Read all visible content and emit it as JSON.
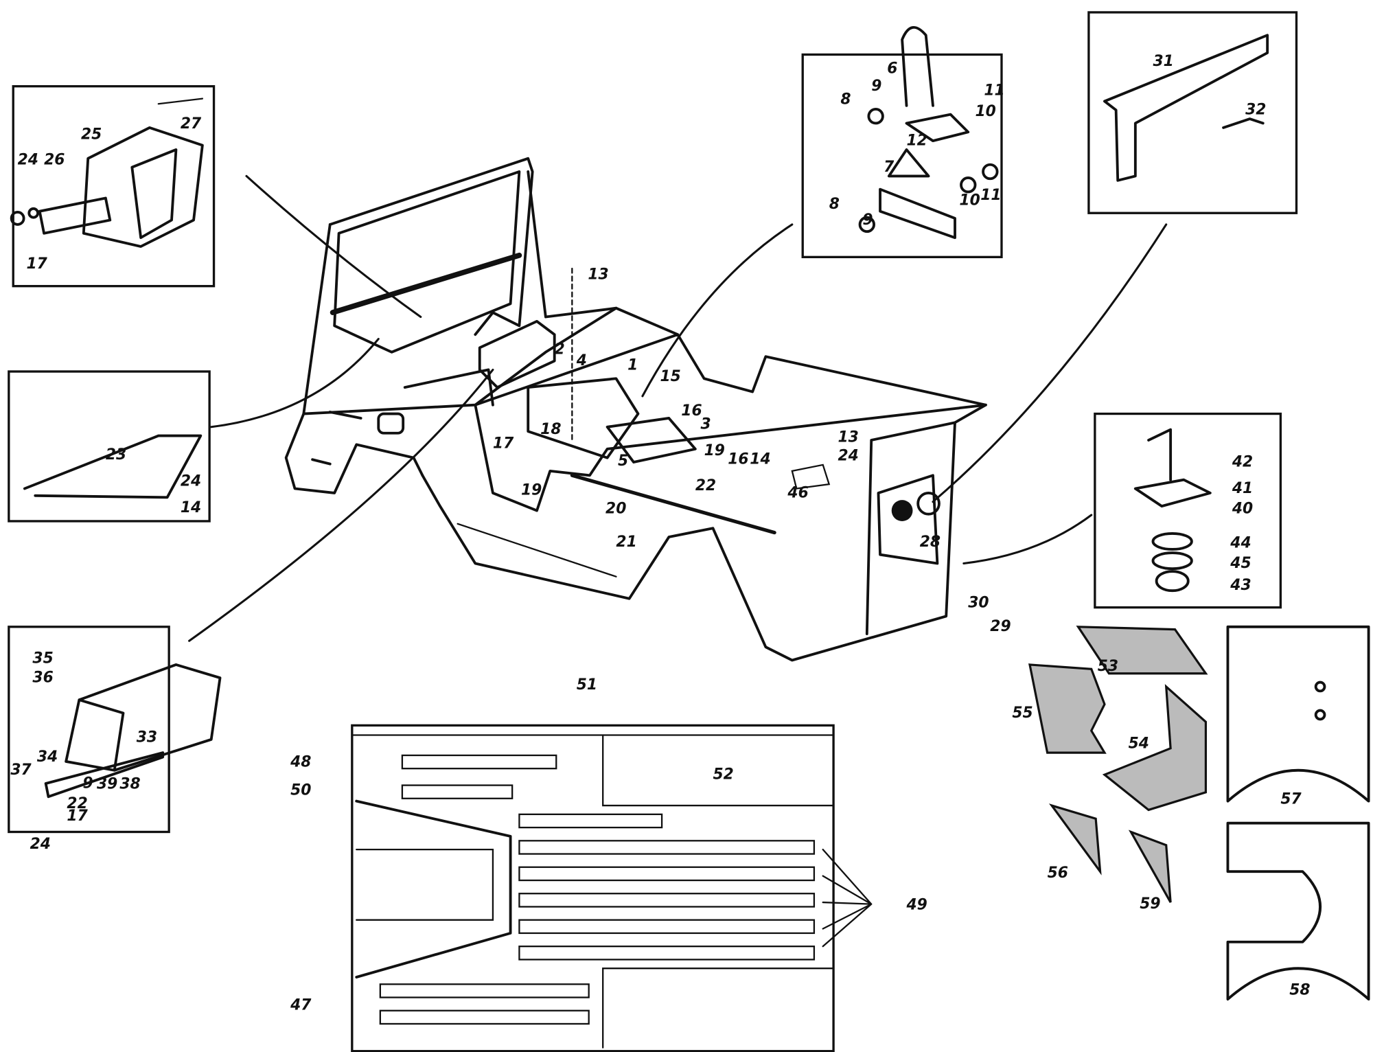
{
  "diagram": {
    "type": "exploded parts diagram",
    "line_color": "#111111",
    "background": "#ffffff",
    "panels": {
      "mount_bracket": {
        "labels": [
          "27",
          "25",
          "24",
          "26",
          "17"
        ]
      },
      "rod": {
        "labels": [
          "23",
          "24",
          "14"
        ]
      },
      "toolbox": {
        "labels": [
          "35",
          "36",
          "33",
          "34",
          "37",
          "9",
          "39",
          "38",
          "22",
          "17",
          "24"
        ]
      },
      "latch": {
        "labels": [
          "6",
          "11",
          "10",
          "9",
          "8",
          "12",
          "7",
          "10",
          "11",
          "8",
          "9"
        ]
      },
      "rail": {
        "labels": [
          "31",
          "32"
        ]
      },
      "mount_stack": {
        "labels": [
          "42",
          "41",
          "40",
          "44",
          "45",
          "43"
        ]
      }
    },
    "body": {
      "labels": [
        "13",
        "2",
        "4",
        "1",
        "15",
        "16",
        "3",
        "18",
        "17",
        "5",
        "19",
        "19",
        "16",
        "14",
        "22",
        "20",
        "21",
        "13",
        "24",
        "46",
        "28",
        "30",
        "29"
      ]
    },
    "floor": {
      "labels": [
        "51",
        "48",
        "50",
        "52",
        "49",
        "47"
      ]
    },
    "panels_right": {
      "labels": [
        "53",
        "55",
        "54",
        "57",
        "56",
        "59",
        "58"
      ]
    }
  }
}
